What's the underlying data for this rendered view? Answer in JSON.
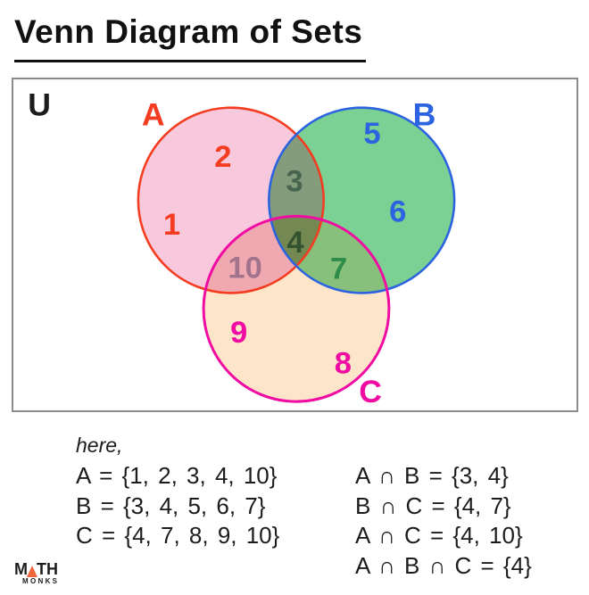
{
  "title": "Venn Diagram of Sets",
  "diagram": {
    "universe_label": "U",
    "set_a_label": "A",
    "set_b_label": "B",
    "set_c_label": "C",
    "numbers": {
      "a2": "2",
      "a1": "1",
      "b5": "5",
      "b6": "6",
      "ab3": "3",
      "abc4": "4",
      "ac10": "10",
      "bc7": "7",
      "c9": "9",
      "c8": "8"
    },
    "colors": {
      "a_stroke": "#f43c20",
      "b_stroke": "#2b63e0",
      "c_stroke": "#f00ba2",
      "a_fill": "#f8c9dc",
      "b_fill": "#7bd093",
      "c_fill": "#fce5c8",
      "ab_fill": "#849b7c",
      "ac_fill": "#f1a9b1",
      "bc_fill": "#86c07b",
      "abc_fill": "#748851",
      "num3": "#47654f",
      "num4": "#355230",
      "num7": "#2e8c4a",
      "num10": "#a1738d",
      "universe": "#1c1c1c"
    }
  },
  "notes": {
    "intro": "here,",
    "sets": [
      "A = {1, 2, 3, 4, 10}",
      "B = {3, 4, 5, 6, 7}",
      "C = {4, 7, 8, 9, 10}"
    ],
    "intersections": [
      "A ∩ B = {3, 4}",
      "B ∩ C = {4, 7}",
      "A ∩ C = {4, 10}",
      "A ∩ B ∩ C = {4}"
    ]
  },
  "logo": {
    "m": "M",
    "th": "TH",
    "monks": "MONKS"
  }
}
